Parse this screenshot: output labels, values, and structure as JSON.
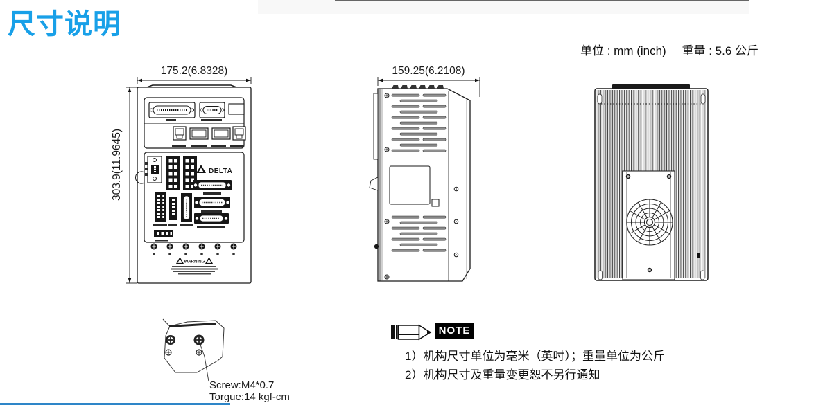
{
  "page": {
    "title": "尺寸说明",
    "units_label": "单位 : mm (inch)",
    "weight_label": "重量 : 5.6 公斤"
  },
  "front_view": {
    "width_dim": "175.2(6.8328)",
    "height_dim": "303.9(11.9645)",
    "brand": "DELTA",
    "warning_label": "WARNING"
  },
  "side_view": {
    "width_dim": "159.25(6.2108)"
  },
  "screw_detail": {
    "screw_spec": "Screw:M4*0.7",
    "torque_spec": "Torgue:14 kgf-cm"
  },
  "note": {
    "badge": "NOTE",
    "items": [
      "1）机构尺寸单位为毫米（英吋）；重量单位为公斤",
      "2）机构尺寸及重量变更恕不另行通知"
    ]
  },
  "colors": {
    "accent": "#18A0E8"
  }
}
